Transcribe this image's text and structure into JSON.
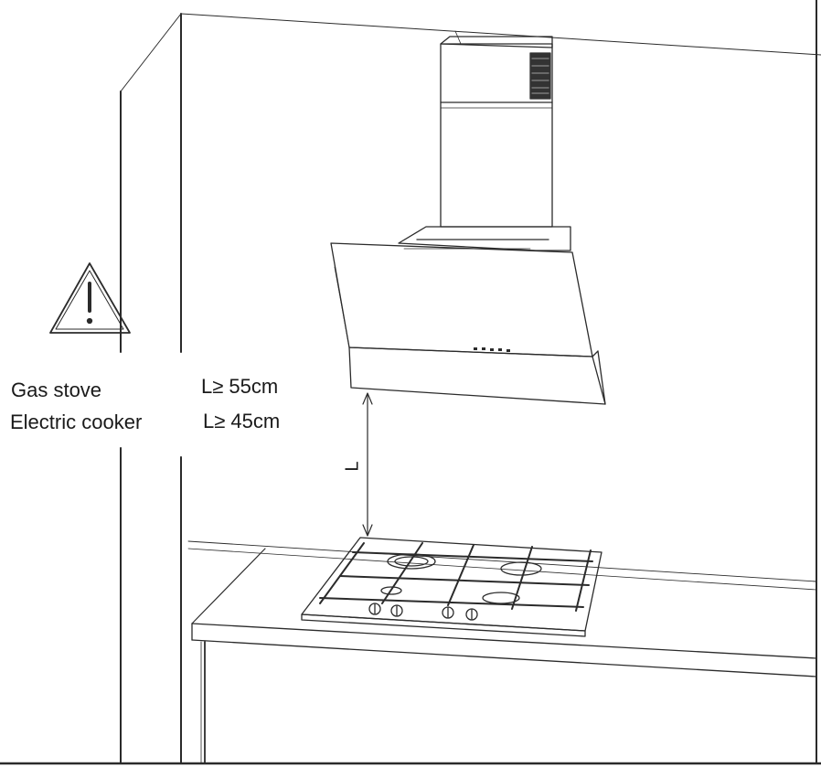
{
  "requirements": [
    {
      "appliance": "Gas stove",
      "min": "L≥ 55cm"
    },
    {
      "appliance": "Electric cooker",
      "min": "L≥ 45cm"
    }
  ],
  "dimension_label": "L",
  "colors": {
    "line": "#2b2b2b",
    "background": "#ffffff",
    "vent": "#333333"
  },
  "icons": [
    "warning-triangle-icon"
  ]
}
